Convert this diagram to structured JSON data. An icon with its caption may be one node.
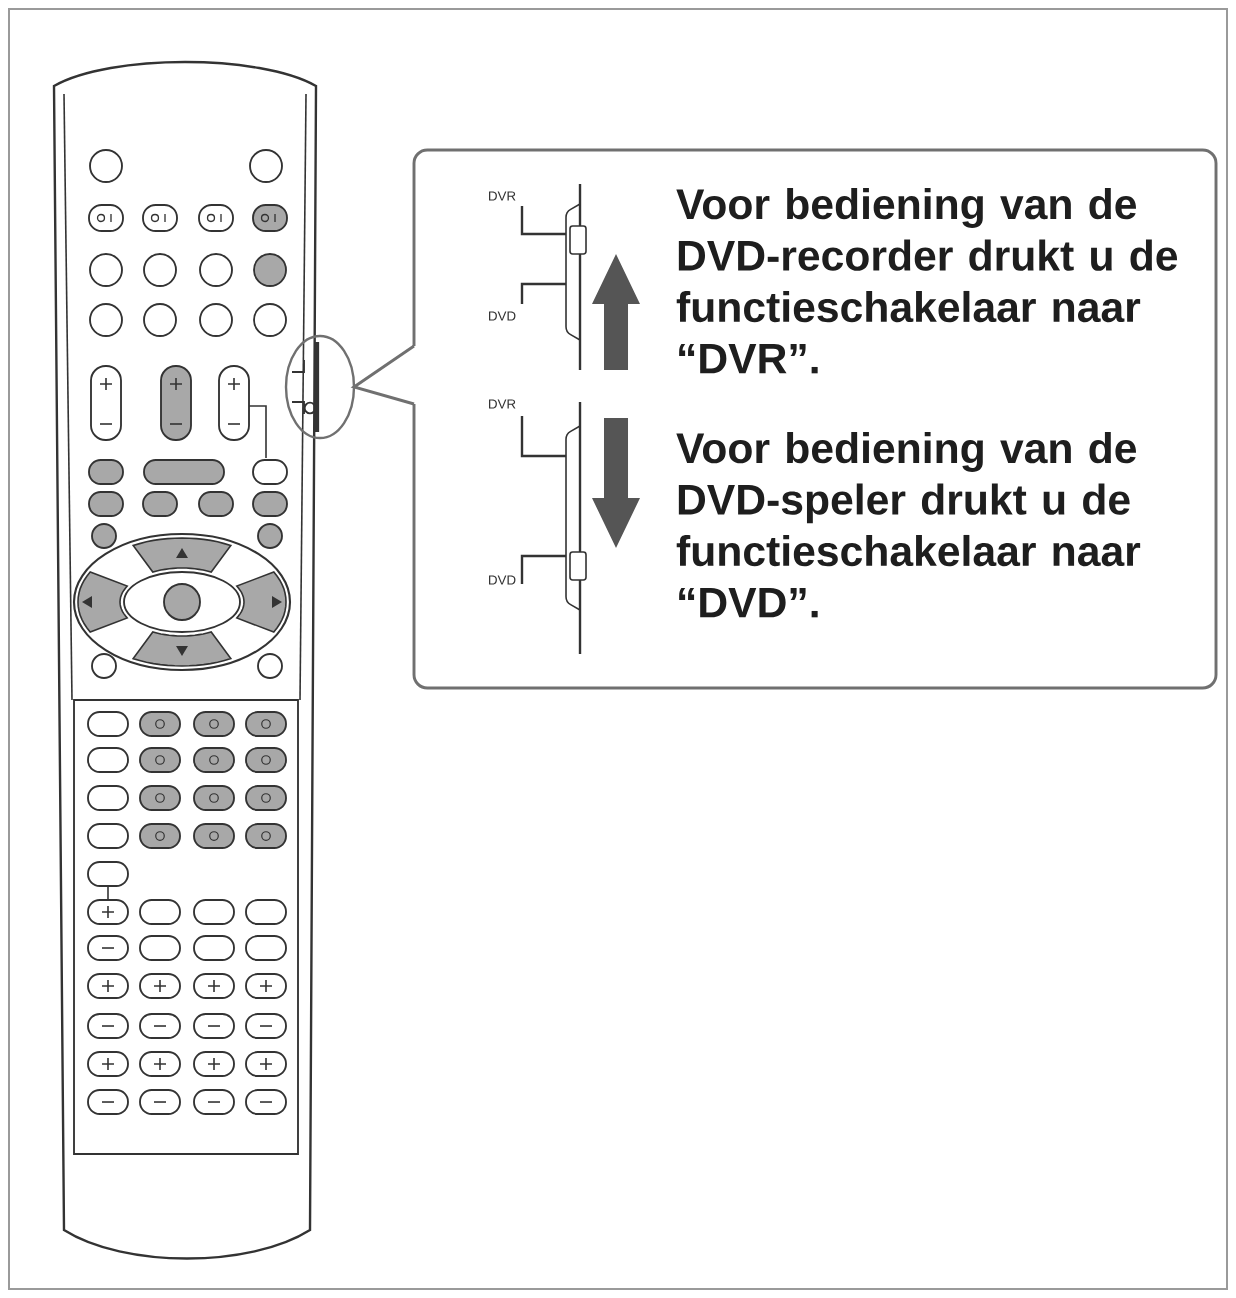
{
  "diagram": {
    "nodes": [
      {
        "text": [],
        "shape": "circle"
      },
      {
        "text": [
          "Voor bediening van de DVD-recorder drukt u de functieschakelaar naar “DVR”.",
          "Voor bediening van de DVD-speler drukt u de functieschakelaar naar “DVD”."
        ]
      }
    ],
    "edges": [
      {
        "from": 1,
        "to": 0,
        "arrow": "none"
      }
    ],
    "labels": [
      "DVR",
      "DVD",
      "DVR",
      "DVD"
    ]
  }
}
